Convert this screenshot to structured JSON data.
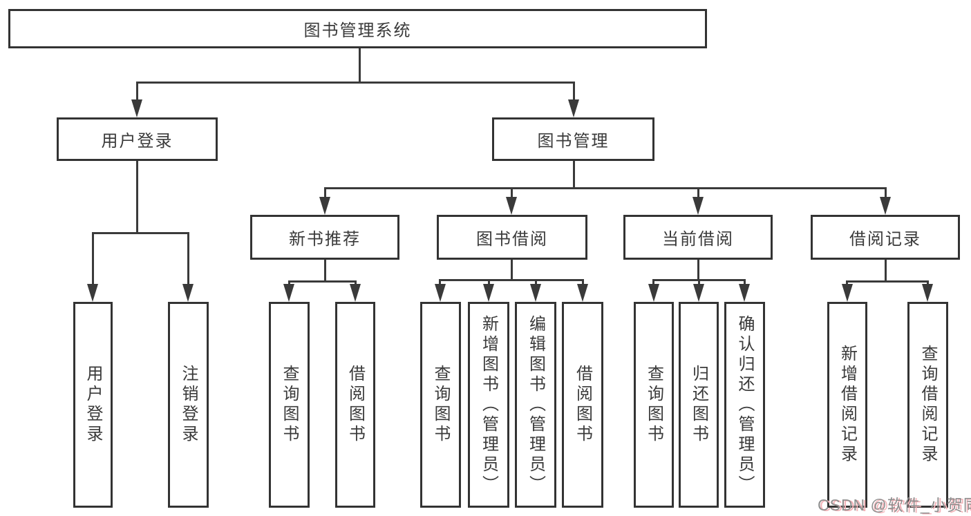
{
  "title": "图书管理系统",
  "colors": {
    "background": "#ffffff",
    "line": "#3a3a3a",
    "box_border": "#333333",
    "box_fill": "#ffffff",
    "text": "#3a3a3a",
    "watermark_gray": "#8e8e8e",
    "watermark_pink": "#f3b3b8"
  },
  "tree": {
    "root": {
      "label": "图书管理系统"
    },
    "branches": [
      {
        "label": "用户登录",
        "children": [
          {
            "label": "用户登录"
          },
          {
            "label": "注销登录"
          }
        ]
      },
      {
        "label": "图书管理",
        "children": [
          {
            "label": "新书推荐",
            "children": [
              {
                "label": "查询图书"
              },
              {
                "label": "借阅图书"
              }
            ]
          },
          {
            "label": "图书借阅",
            "children": [
              {
                "label": "查询图书"
              },
              {
                "label": "新增图书（管理员）"
              },
              {
                "label": "编辑图书（管理员）"
              },
              {
                "label": "借阅图书"
              }
            ]
          },
          {
            "label": "当前借阅",
            "children": [
              {
                "label": "查询图书"
              },
              {
                "label": "归还图书"
              },
              {
                "label": "确认归还（管理员）"
              }
            ]
          },
          {
            "label": "借阅记录",
            "children": [
              {
                "label": "新增借阅记录"
              },
              {
                "label": "查询借阅记录"
              }
            ]
          }
        ]
      }
    ]
  },
  "watermark": {
    "text": "CSDN @软件_小贺同学"
  }
}
